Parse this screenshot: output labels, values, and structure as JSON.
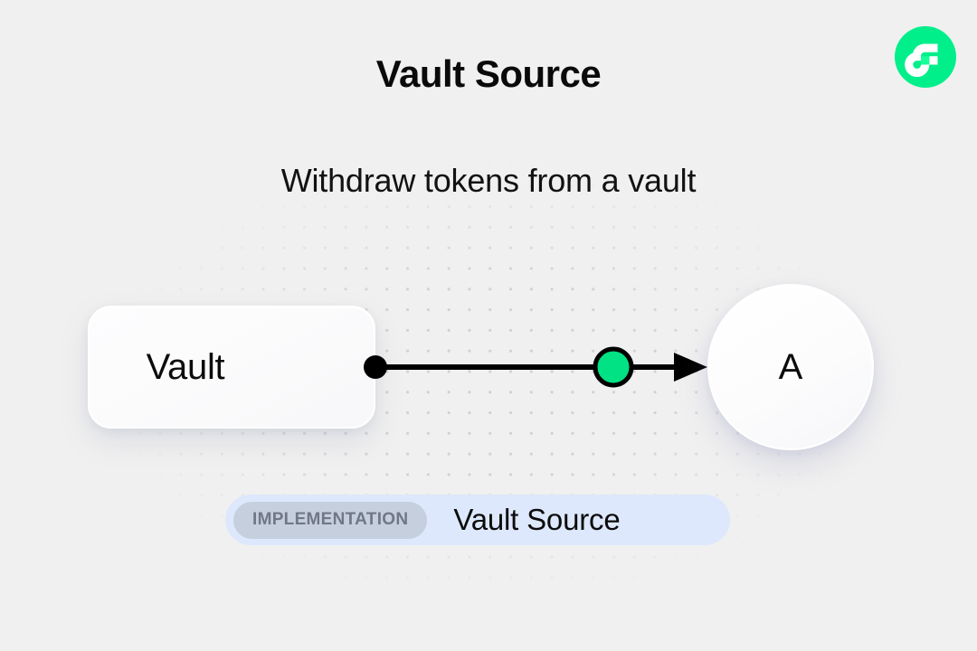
{
  "page": {
    "title": "Vault Source",
    "subtitle": "Withdraw tokens from a vault",
    "background_color": "#f0f0f0"
  },
  "logo": {
    "icon_name": "flow-logo-icon",
    "circle_color": "#00EF8B",
    "mark_color": "#ffffff",
    "accent_color": "#16FF99"
  },
  "diagram": {
    "source_node": {
      "label": "Vault",
      "shape": "rounded-rectangle"
    },
    "target_node": {
      "label": "A",
      "shape": "circle"
    },
    "edge": {
      "start_port_name": "source-port",
      "start_port_color": "#000000",
      "midpoint_name": "edge-midpoint-handle",
      "midpoint_color": "#00E283",
      "line_color": "#000000",
      "arrowhead_name": "arrowhead",
      "direction": "left-to-right"
    }
  },
  "badge": {
    "tag_label": "IMPLEMENTATION",
    "tag_background": "#c6cfde",
    "tag_text_color": "#707885",
    "name_label": "Vault Source",
    "background": "#dde8fc"
  }
}
